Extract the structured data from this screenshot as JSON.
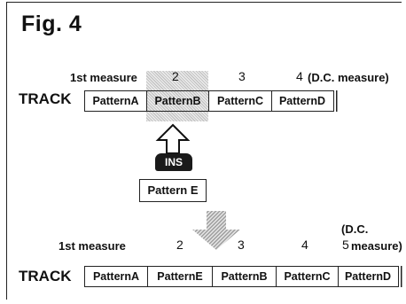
{
  "title": "Fig. 4",
  "top": {
    "measure_labels": [
      "1st measure",
      "2",
      "3",
      "4",
      "(D.C. measure)"
    ],
    "track_label": "TRACK",
    "cells": [
      "PatternA",
      "PatternB",
      "PatternC",
      "PatternD"
    ]
  },
  "insert": {
    "badge": "INS",
    "pattern": "Pattern E"
  },
  "bottom": {
    "measure_labels": [
      "1st measure",
      "2",
      "3",
      "4",
      "5",
      "(D.C.",
      "measure)"
    ],
    "track_label": "TRACK",
    "cells": [
      "PatternA",
      "PatternE",
      "PatternB",
      "PatternC",
      "PatternD"
    ]
  },
  "colors": {
    "ink": "#111111",
    "shade": "#bdbdbd",
    "badge": "#1a1a1a"
  },
  "icons": {
    "up_arrow": "hollow-up-arrow-icon",
    "down_arrow": "shaded-down-arrow-icon"
  }
}
